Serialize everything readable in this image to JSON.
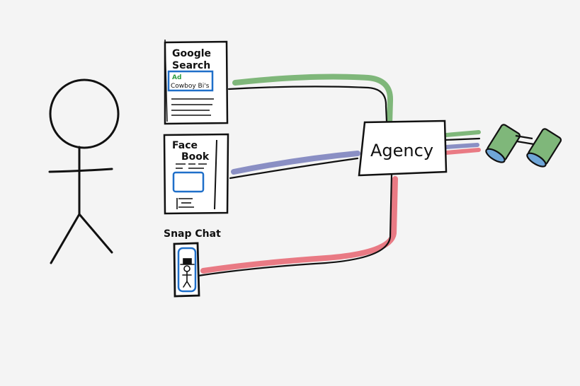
{
  "nodes": {
    "google": {
      "title_line1": "Google",
      "title_line2": "Search",
      "ad_tag": "Ad",
      "ad_text": "Cowboy Bi's"
    },
    "facebook": {
      "title_line1": "Face",
      "title_line2": "Book"
    },
    "snapchat": {
      "title": "Snap Chat"
    },
    "agency": {
      "label": "Agency"
    }
  },
  "colors": {
    "google": "#7fb77a",
    "facebook": "#8a8fc4",
    "snapchat": "#e97a84",
    "highlight": "#1f6fc9",
    "ink": "#111111"
  },
  "icons": [
    "stick-figure-person-icon",
    "binoculars-icon",
    "spy-person-icon"
  ]
}
